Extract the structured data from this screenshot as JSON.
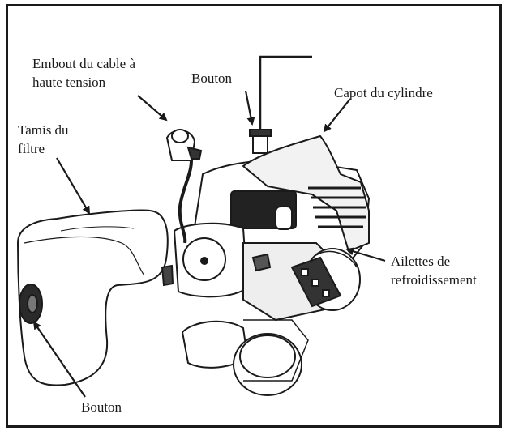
{
  "labels": {
    "hv_cap_line1": "Embout du cable à",
    "hv_cap_line2": "haute tension",
    "knob_top": "Bouton",
    "cylinder_cover": "Capot du cylindre",
    "filter_line1": "Tamis du",
    "filter_line2": "filtre",
    "fins_line1": "Ailettes de",
    "fins_line2": "refroidissement",
    "knob_bottom": "Bouton"
  },
  "colors": {
    "ink": "#1a1a1a",
    "paper": "#ffffff",
    "shade": "#3a3a3a"
  }
}
